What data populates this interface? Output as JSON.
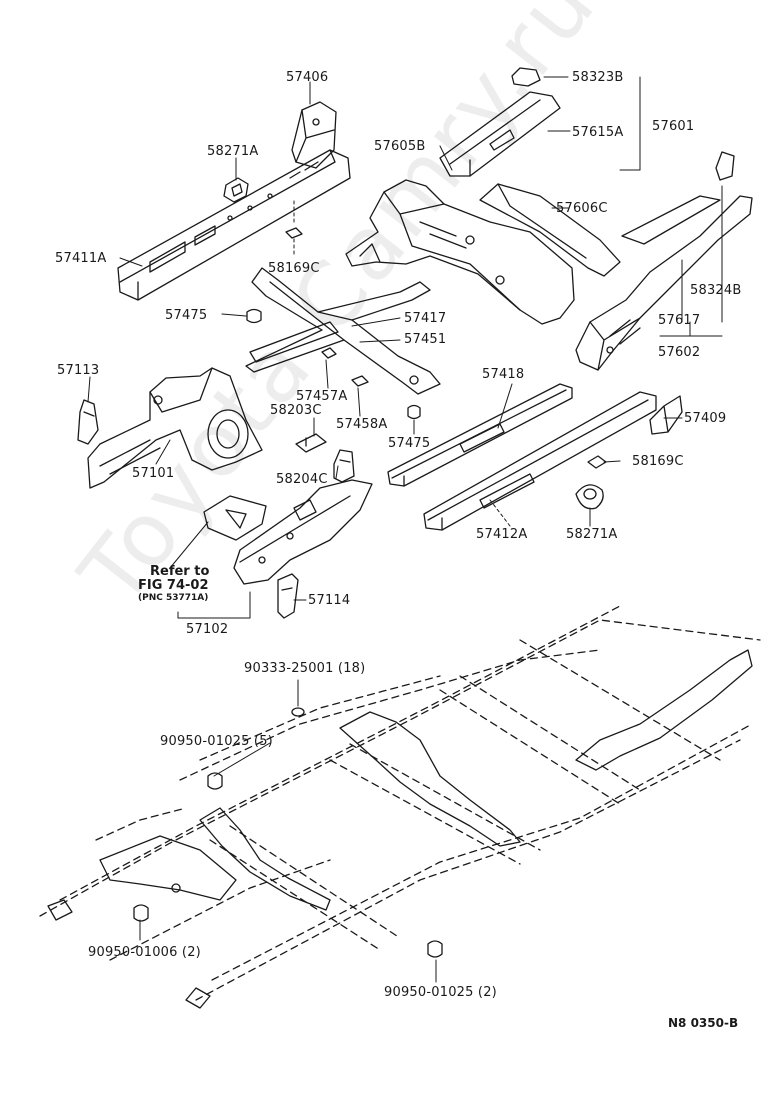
{
  "watermark": "Toyota Camry.ru",
  "labels": {
    "p57406": "57406",
    "p58271A_top": "58271A",
    "p57411A": "57411A",
    "p58169C_top": "58169C",
    "p57475_top": "57475",
    "p57113": "57113",
    "p57101": "57101",
    "p58323B": "58323B",
    "p57605B": "57605B",
    "p57615A": "57615A",
    "p57601": "57601",
    "p57606C": "57606C",
    "p58324B": "58324B",
    "p57617": "57617",
    "p57602": "57602",
    "p57417": "57417",
    "p57451": "57451",
    "p57457A": "57457A",
    "p58203C": "58203C",
    "p57458A": "57458A",
    "p57475_mid": "57475",
    "p58204C": "58204C",
    "p57418": "57418",
    "p57409": "57409",
    "p58169C_right": "58169C",
    "p57412A": "57412A",
    "p58271A_right": "58271A",
    "p57114": "57114",
    "p57102": "57102",
    "p90333": "90333-25001 (18)",
    "p90950a": "90950-01025 (5)",
    "p90950b": "90950-01006 (2)",
    "p90950c": "90950-01025 (2)"
  },
  "reference": {
    "line1": "Refer to",
    "line2": "FIG 74-02",
    "line3": "(PNC 53771A)"
  },
  "figure_code": "N8 0350-B"
}
